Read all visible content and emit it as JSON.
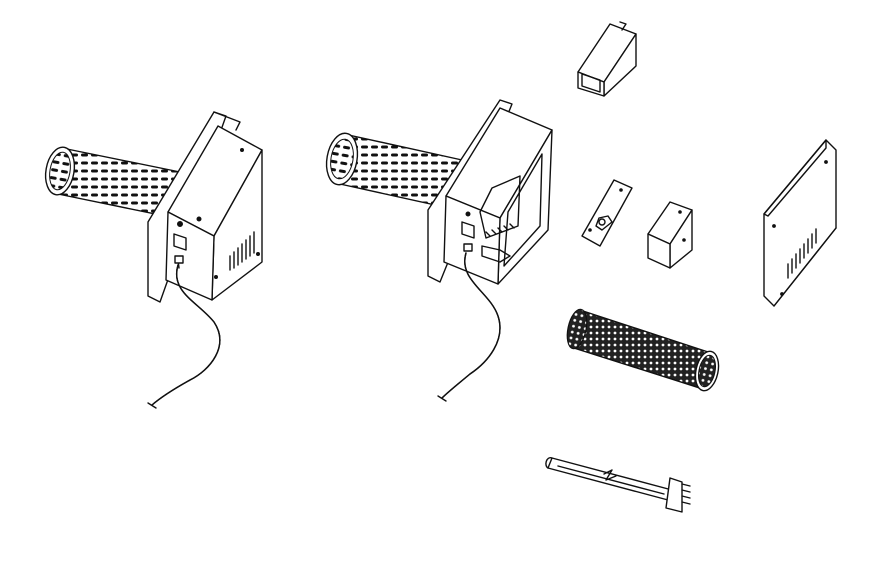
{
  "figure": {
    "kind": "exploded-view line drawing",
    "colors": {
      "stroke": "#111111",
      "background": "#ffffff"
    },
    "components": [
      {
        "id": "assembled-unit",
        "icon": "uv-air-purifier-assembled"
      },
      {
        "id": "open-unit",
        "icon": "uv-air-purifier-open-housing"
      },
      {
        "id": "ballast-box",
        "icon": "ballast-box"
      },
      {
        "id": "lamp-mount-plate",
        "icon": "mounting-plate"
      },
      {
        "id": "lamp-socket-bracket",
        "icon": "socket-bracket"
      },
      {
        "id": "front-cover-panel",
        "icon": "vented-cover-panel"
      },
      {
        "id": "honeycomb-filter-sleeve",
        "icon": "mesh-filter-cylinder"
      },
      {
        "id": "uv-lamp",
        "icon": "uv-lamp-tube"
      }
    ]
  }
}
